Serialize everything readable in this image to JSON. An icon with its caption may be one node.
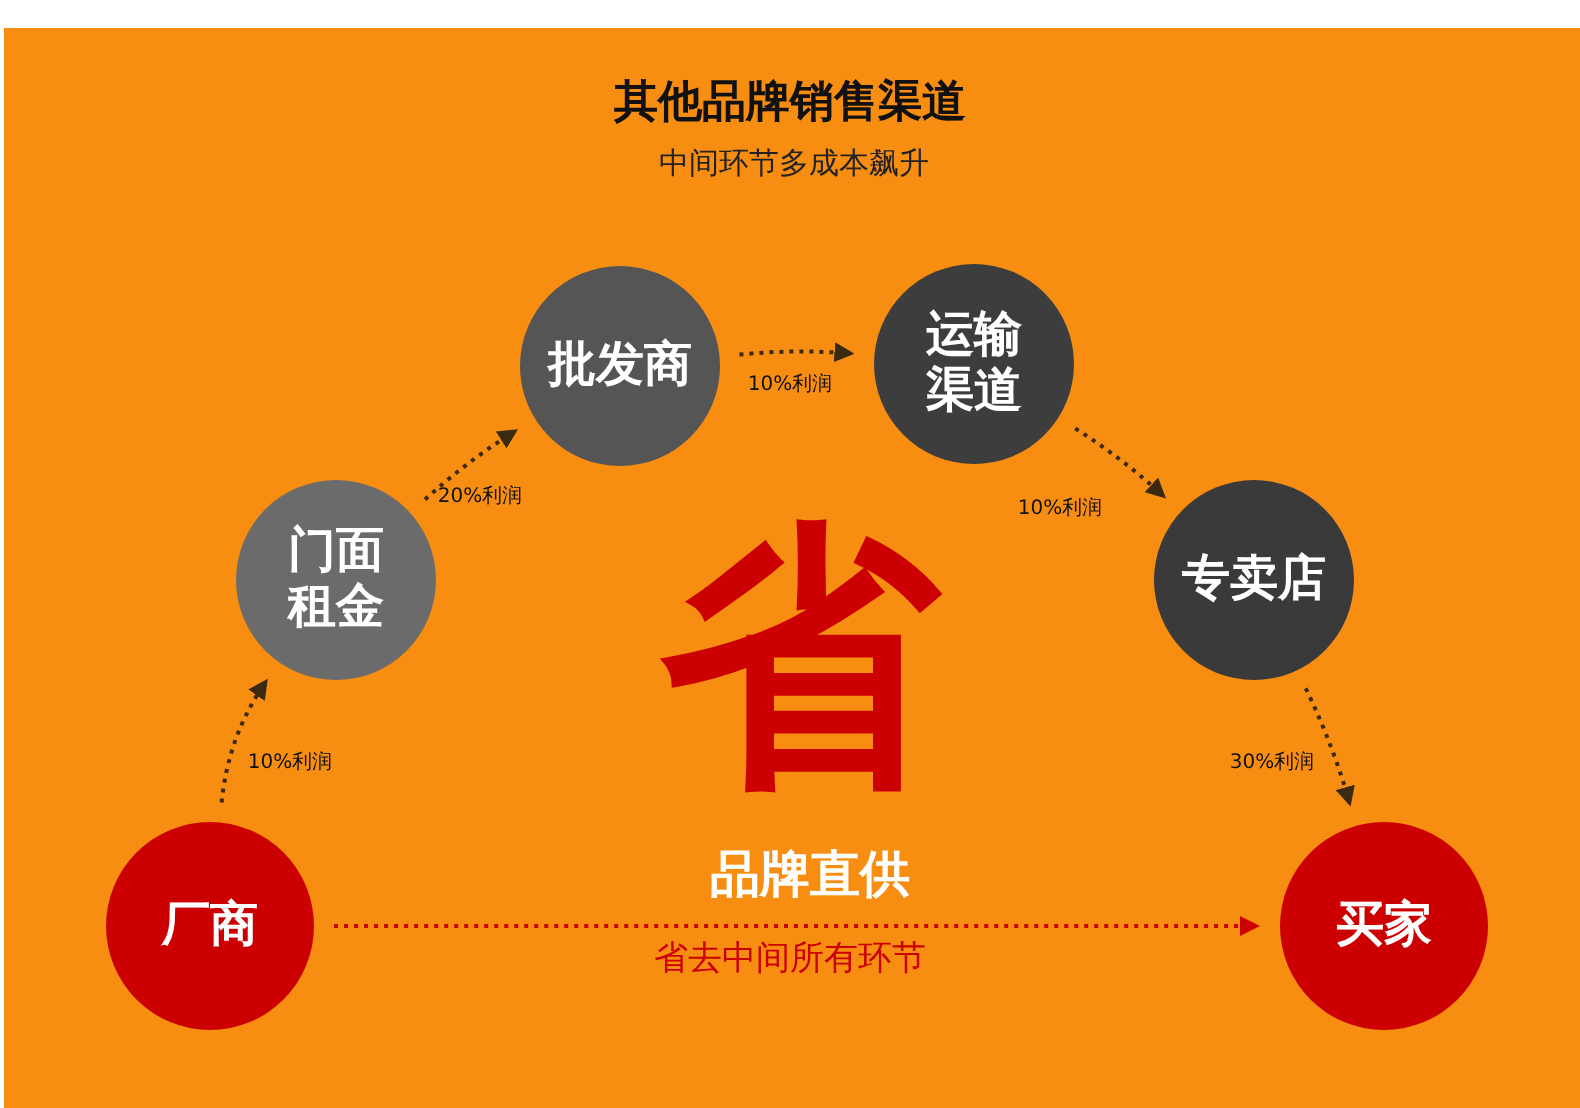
{
  "diagram": {
    "title": "其他品牌销售渠道",
    "nodes": [
      {
        "text": [
          "厂商"
        ]
      },
      {
        "text": [
          "门面租金"
        ]
      },
      {
        "text": [
          "批发商"
        ]
      },
      {
        "text": [
          "运输渠道"
        ]
      },
      {
        "text": [
          "专卖店"
        ]
      },
      {
        "text": [
          "买家"
        ]
      }
    ],
    "edges": [
      {
        "from": 0,
        "to": 1,
        "arrow": "to",
        "label": "10%利润",
        "style": "dashed"
      },
      {
        "from": 1,
        "to": 2,
        "arrow": "to",
        "label": "20%利润",
        "style": "dashed"
      },
      {
        "from": 2,
        "to": 3,
        "arrow": "to",
        "label": "10%利润",
        "style": "dashed"
      },
      {
        "from": 3,
        "to": 4,
        "arrow": "to",
        "label": "10%利润",
        "style": "dashed"
      },
      {
        "from": 4,
        "to": 5,
        "arrow": "to",
        "label": "30%利润",
        "style": "dashed"
      },
      {
        "from": 0,
        "to": 5,
        "arrow": "to",
        "style": "dashed",
        "color": "#cc0000"
      }
    ],
    "labels": [
      "中间环节多成本飙升",
      "省",
      "品牌直供",
      "省去中间所有环节"
    ]
  }
}
